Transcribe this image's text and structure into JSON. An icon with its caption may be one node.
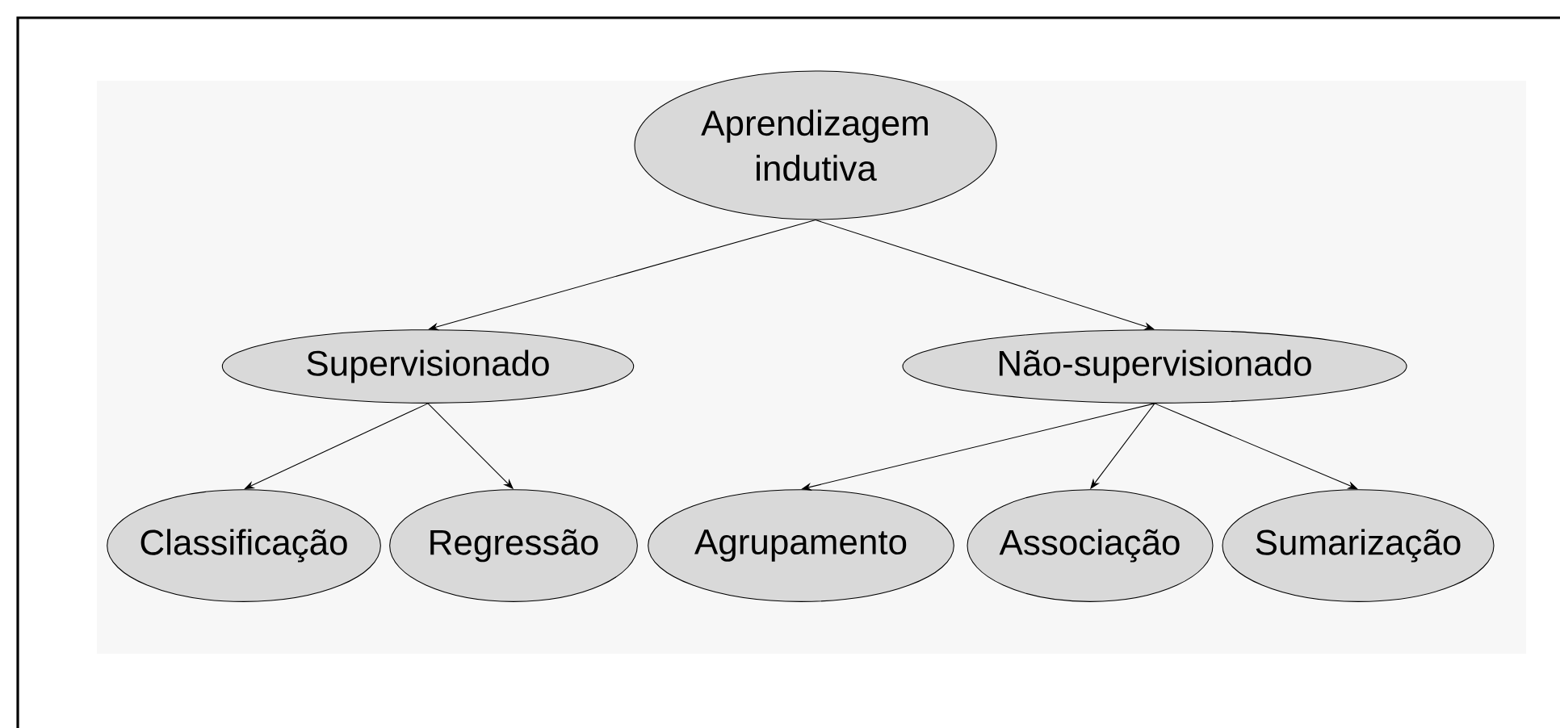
{
  "diagram": {
    "nodes": [
      {
        "text": [
          "Aprendizagem indutiva"
        ]
      },
      {
        "text": [
          "Supervisionado"
        ]
      },
      {
        "text": [
          "Não-supervisionado"
        ]
      },
      {
        "text": [
          "Classificação"
        ]
      },
      {
        "text": [
          "Regressão"
        ]
      },
      {
        "text": [
          "Agrupamento"
        ]
      },
      {
        "text": [
          "Associação"
        ]
      },
      {
        "text": [
          "Sumarização"
        ]
      }
    ],
    "edges": [
      {
        "from": 0,
        "to": 1,
        "arrow": "to"
      },
      {
        "from": 0,
        "to": 2,
        "arrow": "to"
      },
      {
        "from": 1,
        "to": 3,
        "arrow": "to"
      },
      {
        "from": 1,
        "to": 4,
        "arrow": "to"
      },
      {
        "from": 2,
        "to": 5,
        "arrow": "to"
      },
      {
        "from": 2,
        "to": 6,
        "arrow": "to"
      },
      {
        "from": 2,
        "to": 7,
        "arrow": "to"
      }
    ]
  }
}
